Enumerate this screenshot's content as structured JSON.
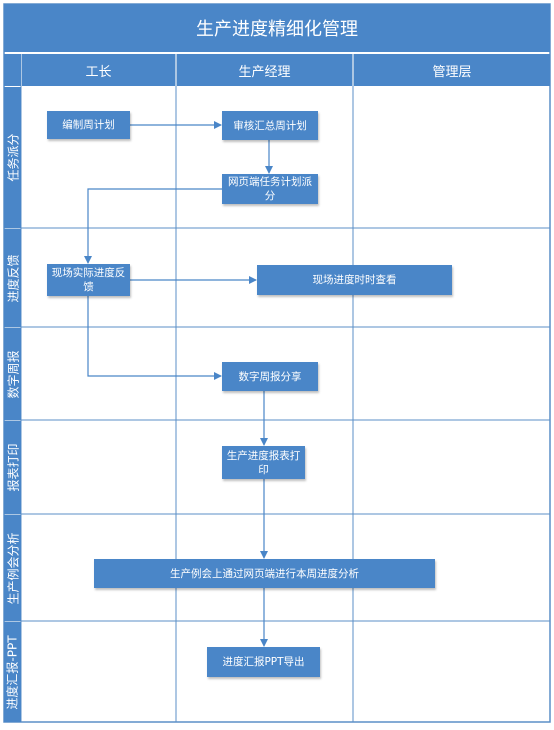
{
  "title": "生产进度精细化管理",
  "columns": [
    "工长",
    "生产经理",
    "管理层"
  ],
  "lanes": [
    "任务派分",
    "进度反馈",
    "数字周报",
    "报表打印",
    "生产例会分析",
    "进度汇报-PPT"
  ],
  "nodes": {
    "weekly_plan": "编制周计划",
    "review_plan": "审核汇总周计划",
    "web_assign": "网页端任务计划派分",
    "site_feedback": "现场实际进度反馈",
    "site_view": "现场进度时时查看",
    "digital_report": "数字周报分享",
    "print_report": "生产进度报表打印",
    "meeting_analysis": "生产例会上通过网页端进行本周进度分析",
    "ppt_export": "进度汇报PPT导出"
  },
  "colors": {
    "accent": "#4a86c8",
    "border": "#5b8fc7"
  }
}
